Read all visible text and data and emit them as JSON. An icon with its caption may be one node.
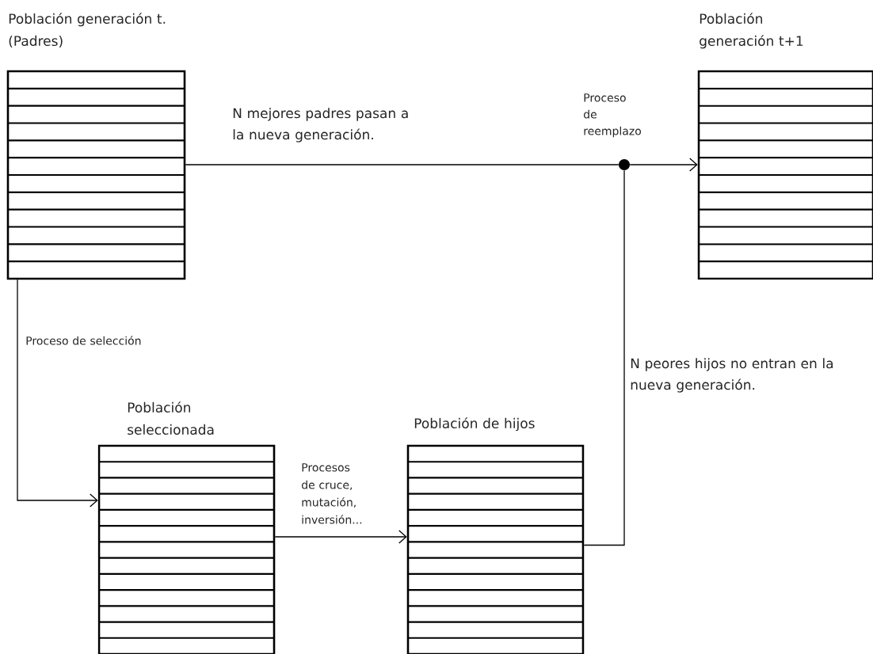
{
  "diagram": {
    "nodes": [
      {
        "text": [
          "Población generación t. (Padres)"
        ]
      },
      {
        "text": [
          "Población generación t+1"
        ]
      },
      {
        "text": [
          "Población seleccionada"
        ]
      },
      {
        "text": [
          "Población de hijos"
        ]
      },
      {
        "text": [],
        "shape": "circle",
        "beside": [
          "Proceso de reemplazo"
        ]
      }
    ],
    "edges": [
      {
        "from": 0,
        "to": 4,
        "arrow": "none",
        "label": "N mejores padres pasan a la nueva generación."
      },
      {
        "from": 4,
        "to": 1,
        "arrow": "to"
      },
      {
        "from": 3,
        "to": 4,
        "arrow": "none",
        "label": "N peores hijos no entran en la nueva generación."
      },
      {
        "from": 0,
        "to": 2,
        "arrow": "to",
        "label": "Proceso de selección"
      },
      {
        "from": 2,
        "to": 3,
        "arrow": "to",
        "label": "Procesos de cruce, mutación, inversión..."
      }
    ]
  }
}
